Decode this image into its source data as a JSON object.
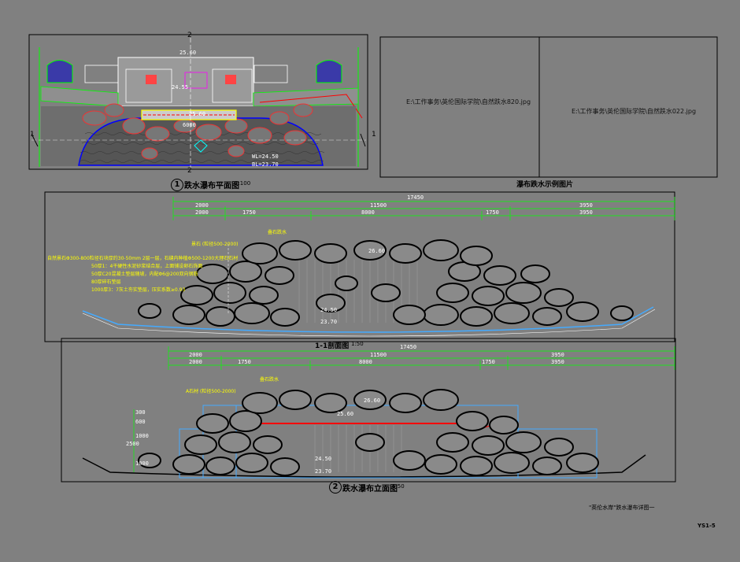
{
  "plan": {
    "title": "跌水瀑布平面图",
    "scale": "1:100",
    "number": "1",
    "section_marks": [
      "2",
      "2",
      "1",
      "1"
    ],
    "dims": [
      "25.60",
      "24.55",
      "25.60",
      "6000"
    ],
    "levels": [
      "WL=24.50",
      "BL=23.70"
    ]
  },
  "photos": {
    "title": "瀑布跌水示例图片",
    "left_path": "E:\\工作事务\\英伦国际学院\\自然跌水820.jpg",
    "right_path": "E:\\工作事务\\英伦国际学院\\自然跌水022.jpg"
  },
  "section": {
    "title": "1-1剖面图",
    "scale": "1:50",
    "dims_total": "17450",
    "dims_row2": [
      "2000",
      "11500",
      "3950"
    ],
    "dims_row3": [
      "2000",
      "1750",
      "8000",
      "1750",
      "3950"
    ],
    "levels": [
      "26.60",
      "24.50",
      "23.70"
    ],
    "notes": [
      "自然景石Φ300-800粒径石块厚约30-50mm 2层一层，石缝内种植Φ500-1200大理石石材",
      "50厚1：4干硬性水泥砂浆结合层，上面铺设卵石饰面",
      "50厚C20混凝土垫层随坡，内配Φ6@200双向钢筋",
      "80厚碎石垫层",
      "1000厚3：7灰土夯实垫层，压实系数≥0.93"
    ],
    "rock_label": "景石 (粒径500-2000)",
    "note_top": "叠石跌水"
  },
  "elevation": {
    "title": "跌水瀑布立面图",
    "scale": "1:50",
    "number": "2",
    "dims_total": "17450",
    "dims_row2": [
      "2000",
      "11500",
      "3950"
    ],
    "dims_row3": [
      "2000",
      "1750",
      "8000",
      "1750",
      "3950"
    ],
    "levels": [
      "26.60",
      "25.60",
      "24.50",
      "23.70"
    ],
    "rock_label": "A石材 (粒径500-2000)",
    "vert_dims": [
      "300",
      "600",
      "1000",
      "2500",
      "1000"
    ],
    "note_top": "叠石跌水"
  },
  "footer": {
    "project": "\"英伦水岸\"跌水瀑布详图一",
    "sheet": "YS1-5"
  }
}
